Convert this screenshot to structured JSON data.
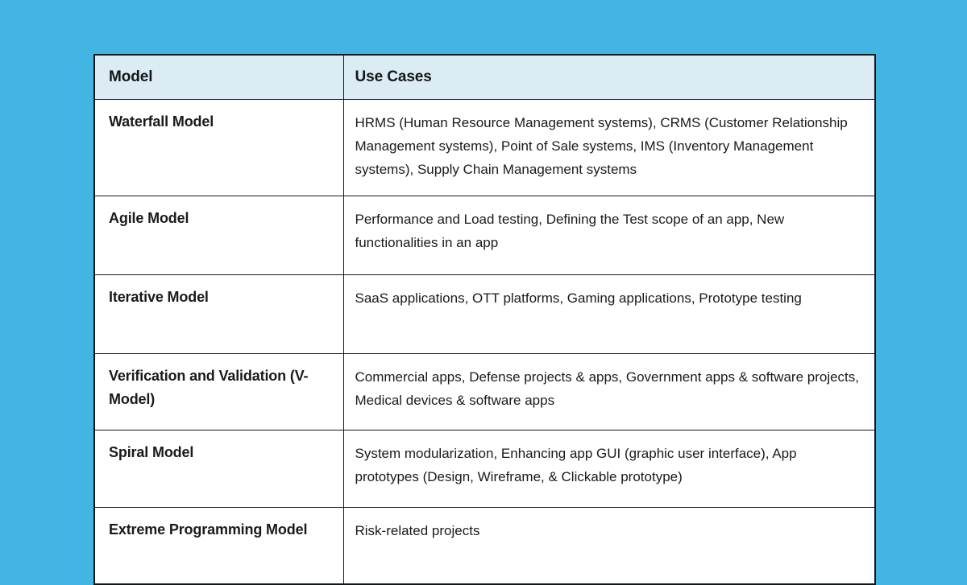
{
  "background_color": "#42b5e3",
  "table": {
    "header_background": "#dcecf4",
    "border_color": "#14171a",
    "text_color": "#1a1a1a",
    "columns": [
      "Model",
      "Use Cases"
    ],
    "rows": [
      {
        "model": "Waterfall Model",
        "use_cases": "HRMS (Human Resource Management systems), CRMS (Customer Relationship Management systems), Point of Sale systems, IMS (Inventory Management systems), Supply Chain Management systems"
      },
      {
        "model": "Agile Model",
        "use_cases": "Performance and Load testing, Defining the Test scope of an app, New functionalities in an app"
      },
      {
        "model": "Iterative Model",
        "use_cases": "SaaS applications, OTT platforms, Gaming applications, Prototype testing"
      },
      {
        "model": "Verification and Validation (V-Model)",
        "use_cases": "Commercial apps, Defense projects & apps, Government apps & software projects, Medical devices & software apps"
      },
      {
        "model": "Spiral Model",
        "use_cases": "System modularization, Enhancing app GUI (graphic user interface), App prototypes (Design, Wireframe, & Clickable prototype)"
      },
      {
        "model": "Extreme Programming Model",
        "use_cases": "Risk-related projects"
      }
    ]
  }
}
